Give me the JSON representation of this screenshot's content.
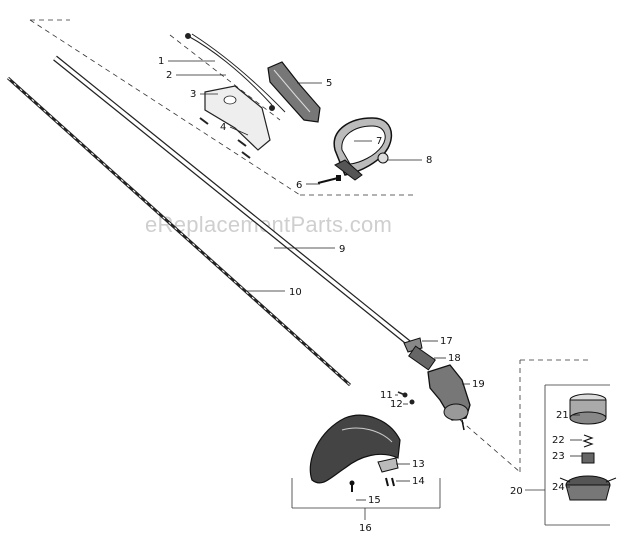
{
  "watermark": "eReplacementParts.com",
  "parts": [
    {
      "num": "1"
    },
    {
      "num": "2"
    },
    {
      "num": "3"
    },
    {
      "num": "4"
    },
    {
      "num": "5"
    },
    {
      "num": "6"
    },
    {
      "num": "7"
    },
    {
      "num": "8"
    },
    {
      "num": "9"
    },
    {
      "num": "10"
    },
    {
      "num": "11"
    },
    {
      "num": "12"
    },
    {
      "num": "13"
    },
    {
      "num": "14"
    },
    {
      "num": "15"
    },
    {
      "num": "16"
    },
    {
      "num": "17"
    },
    {
      "num": "18"
    },
    {
      "num": "19"
    },
    {
      "num": "20"
    },
    {
      "num": "21"
    },
    {
      "num": "22"
    },
    {
      "num": "23"
    },
    {
      "num": "24"
    }
  ]
}
